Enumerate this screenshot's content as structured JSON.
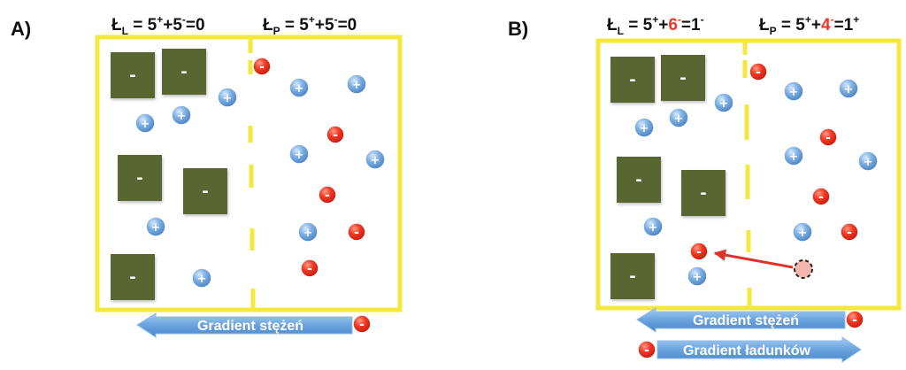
{
  "panels": [
    {
      "id": "A",
      "label": "A)",
      "eq_left": {
        "letter": "Ł",
        "sub": "L",
        "eq": " = ",
        "n1": "5",
        "s1": "+",
        "op": "+",
        "n2": "5",
        "s2": "-",
        "res": "=0",
        "res_sup": "",
        "n2_red": false
      },
      "eq_right": {
        "letter": "Ł",
        "sub": "P",
        "eq": " = ",
        "n1": "5",
        "s1": "+",
        "op": "+",
        "n2": "5",
        "s2": "-",
        "res": "=0",
        "res_sup": "",
        "n2_red": false
      },
      "arrows": [
        {
          "label": "Gradient stężeń",
          "direction": "left",
          "ion": "-"
        }
      ]
    },
    {
      "id": "B",
      "label": "B)",
      "eq_left": {
        "letter": "Ł",
        "sub": "L",
        "eq": " = ",
        "n1": "5",
        "s1": "+",
        "op": "+",
        "n2": "6",
        "s2": "-",
        "res": "=1",
        "res_sup": "-",
        "n2_red": true
      },
      "eq_right": {
        "letter": "Ł",
        "sub": "P",
        "eq": " = ",
        "n1": "5",
        "s1": "+",
        "op": "+",
        "n2": "4",
        "s2": "-",
        "res": "=1",
        "res_sup": "+",
        "n2_red": true
      },
      "arrows": [
        {
          "label": "Gradient stężeń",
          "direction": "left",
          "ion": "-"
        },
        {
          "label": "Gradient ładunków",
          "direction": "right",
          "ion": "-"
        }
      ]
    }
  ],
  "symbols": {
    "macro": "-",
    "cation": "+",
    "anion": "-"
  },
  "colors": {
    "frame": "#f5e83c",
    "macro": "#5a6632",
    "cation": "#6fa6dc",
    "anion": "#e8382b",
    "moved_ion": "#f2b6ad",
    "arrow": "#6fa3dc",
    "move_arrow": "#e0302a",
    "highlight": "#e8382b"
  }
}
